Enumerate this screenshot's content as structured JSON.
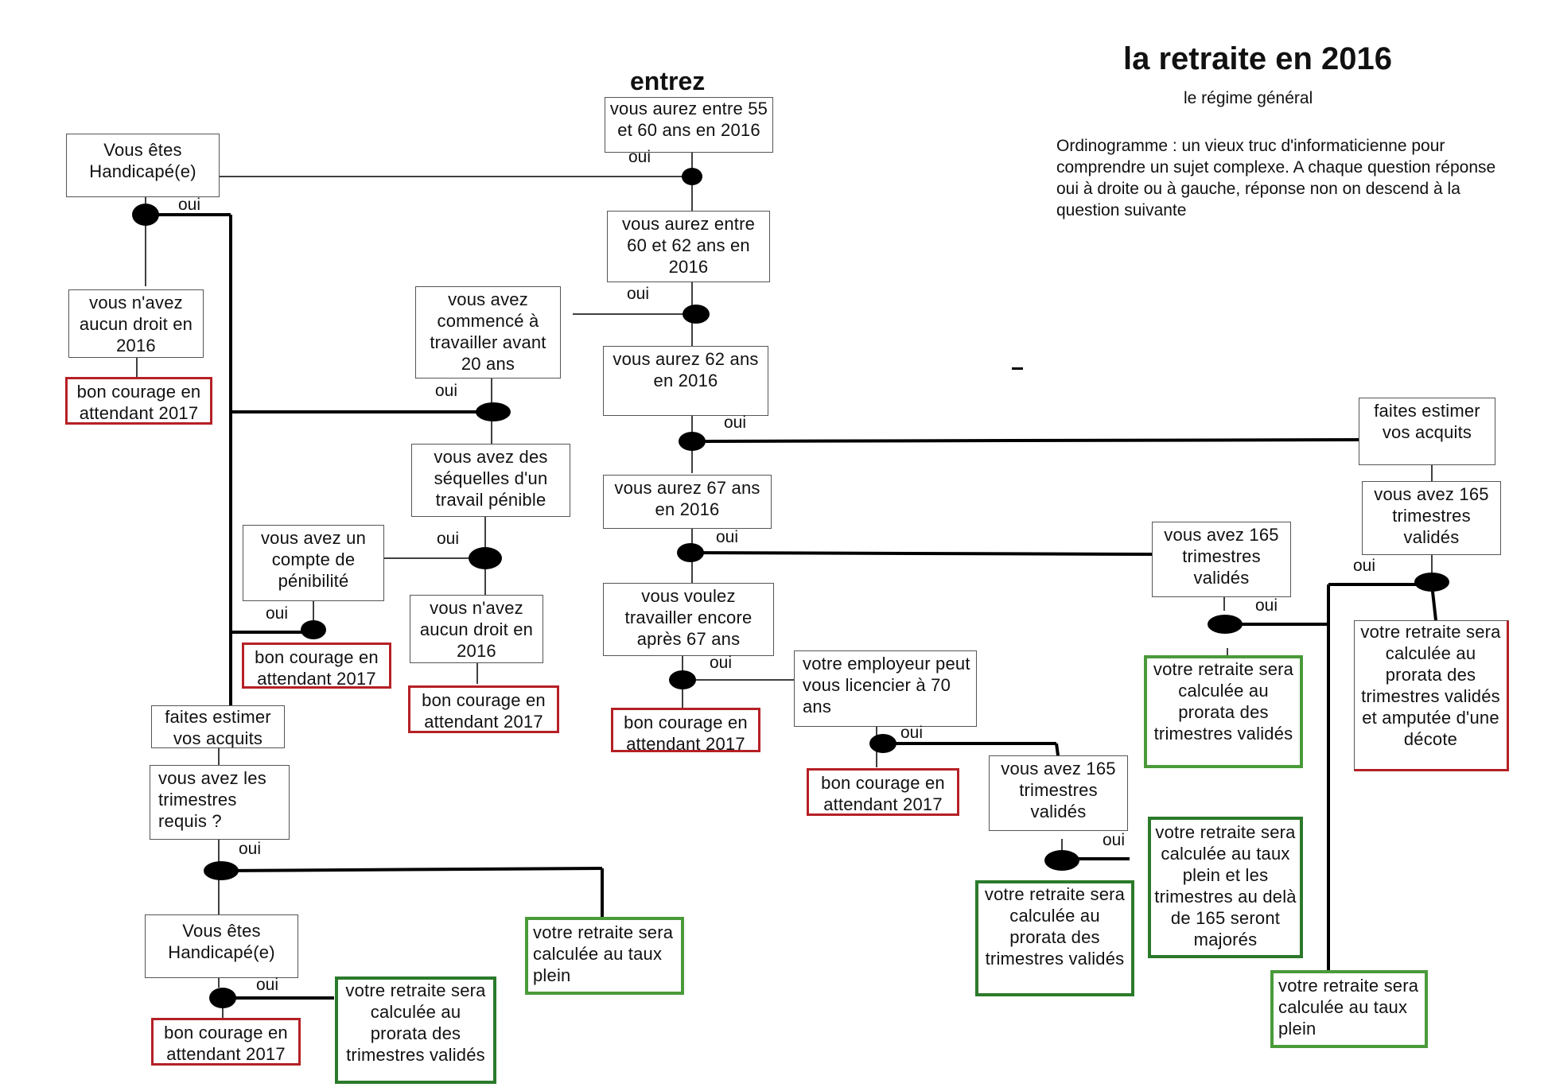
{
  "header": {
    "title": "la retraite en 2016",
    "subtitle": "le régime général",
    "description": "Ordinogramme : un vieux truc d'informaticienne pour comprendre un sujet complexe. A chaque question réponse oui à droite ou à gauche, réponse non on descend à la question suivante",
    "start": "entrez"
  },
  "yes_label": "oui",
  "colors": {
    "line": "#000000",
    "border": "#555555",
    "dead_end": "#b52026",
    "result_light": "#4a9a3a",
    "result_dark": "#2b7a2b"
  },
  "nodes": {
    "q_55_60": "vous aurez  entre 55 et 60 ans en 2016",
    "q_60_62": "vous aurez entre 60 et 62 ans en 2016",
    "q_62": "vous aurez 62 ans en 2016",
    "q_67": "vous aurez 67 ans en 2016",
    "q_work_after_67": "vous voulez travailler encore après 67 ans",
    "q_employer": "votre employeur peut vous licencier à 70 ans",
    "q_handicap_top": "Vous êtes Handicapé(e)",
    "no_right_top": "vous n'avez aucun droit en 2016",
    "q_before_20": "vous avez commencé à travailler avant 20 ans",
    "q_sequelles": "vous avez des séquelles d'un travail pénible",
    "q_compte_penibilite": "vous avez un compte de pénibilité",
    "no_right_mid": "vous n'avez aucun droit en 2016",
    "estimate_left": "faites estimer vos acquits",
    "q_trimestres_requis": "vous avez les trimestres requis ?",
    "q_handicap_bottom": "Vous êtes Handicapé(e)",
    "estimate_right": "faites estimer vos acquits",
    "q_165_a": "vous avez 165 trimestres validés",
    "q_165_b": "vous avez 165 trimestres validés",
    "q_165_c": "vous avez 165 trimestres validés"
  },
  "dead_ends": {
    "text": "bon courage en attendant 2017"
  },
  "results": {
    "taux_plein": "votre retraite sera calculée au taux plein",
    "prorata": "votre retraite sera calculée au prorata des trimestres validés",
    "majores": "votre retraite sera calculée au taux plein et les trimestres au delà de 165 seront majorés",
    "prorata_decote": "votre retraite sera calculée au prorata des trimestres validés et amputée d'une décote"
  }
}
